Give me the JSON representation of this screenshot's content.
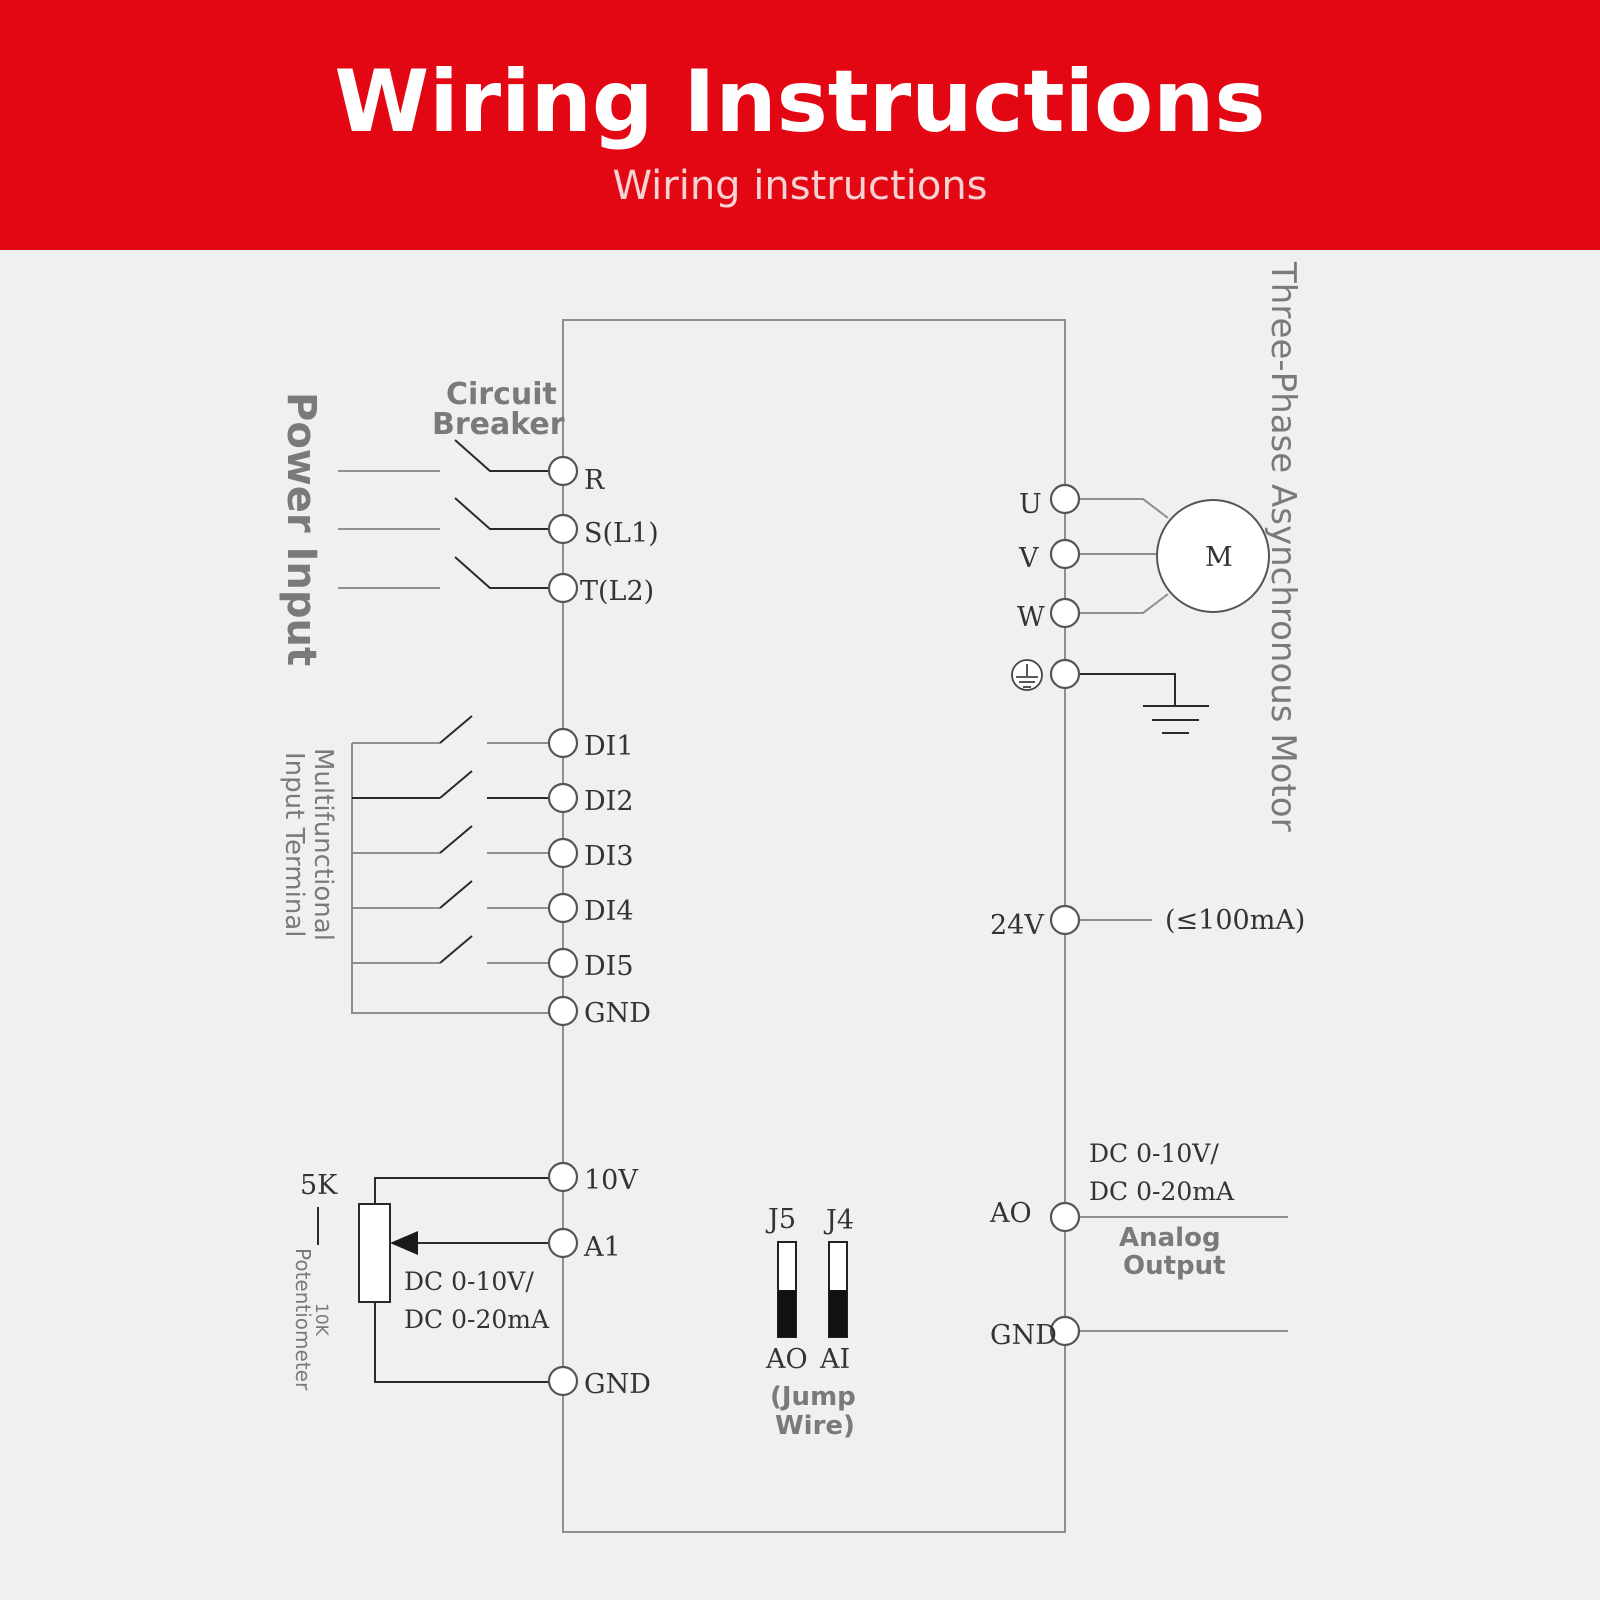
{
  "header": {
    "title": "Wiring Instructions",
    "subtitle": "Wiring instructions"
  },
  "labels": {
    "power_input": "Power Input",
    "circuit_breaker_line1": "Circuit",
    "circuit_breaker_line2": "Breaker",
    "multifunctional_line1": "Multifunctional",
    "multifunctional_line2": "Input Terminal",
    "motor_side": "Three-Phase Asynchronous Motor",
    "motor_symbol": "M",
    "pot_5k": "5K",
    "pot_10k": "10K",
    "pot_name": "Potentiometer",
    "analog_output_line1": "Analog",
    "analog_output_line2": "Output",
    "jump_wire_line1": "(Jump",
    "jump_wire_line2": "Wire)",
    "j5": "J5",
    "j4": "J4",
    "j5_sub": "AO",
    "j4_sub": "AI",
    "current_limit": "(≤100mA)",
    "ai_range_line1": "DC  0-10V/",
    "ai_range_line2": "DC  0-20mA",
    "ao_range_line1": "DC  0-10V/",
    "ao_range_line2": "DC  0-20mA"
  },
  "left_terminals": {
    "r": "R",
    "s": "S(L1)",
    "t": "T(L2)",
    "di1": "DI1",
    "di2": "DI2",
    "di3": "DI3",
    "di4": "DI4",
    "di5": "DI5",
    "gnd1": "GND",
    "v10": "10V",
    "a1": "A1",
    "gnd2": "GND"
  },
  "right_terminals": {
    "u": "U",
    "v": "V",
    "w": "W",
    "v24": "24V",
    "ao": "AO",
    "gnd": "GND"
  },
  "colors": {
    "header": "#e30613",
    "background": "#f0f0f0"
  }
}
